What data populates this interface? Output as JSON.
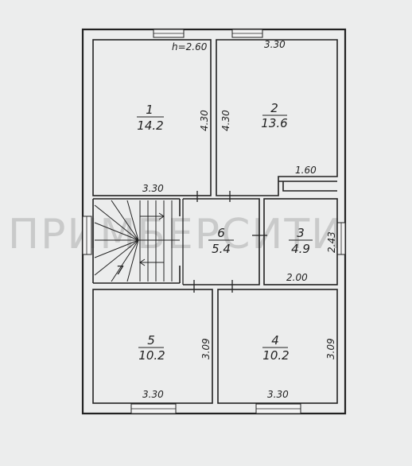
{
  "plan": {
    "ceiling_height": "h=2.60",
    "rooms": [
      {
        "id": "1",
        "number": "1",
        "area": "14.2"
      },
      {
        "id": "2",
        "number": "2",
        "area": "13.6"
      },
      {
        "id": "3",
        "number": "3",
        "area": "4.9"
      },
      {
        "id": "4",
        "number": "4",
        "area": "10.2"
      },
      {
        "id": "5",
        "number": "5",
        "area": "10.2"
      },
      {
        "id": "6",
        "number": "6",
        "area": "5.4"
      },
      {
        "id": "7",
        "number": "7"
      }
    ],
    "dimensions": {
      "r1_width": "3.30",
      "r1_height": "4.30",
      "r2_width": "3.30",
      "r2_height": "4.30",
      "r2_nook": "1.60",
      "r3_width": "2.00",
      "r3_height": "2.43",
      "r4_width": "3.30",
      "r4_height": "3.09",
      "r5_width": "3.30",
      "r5_height": "3.09"
    }
  },
  "watermark": "ПРИМБЕРСИТИ"
}
